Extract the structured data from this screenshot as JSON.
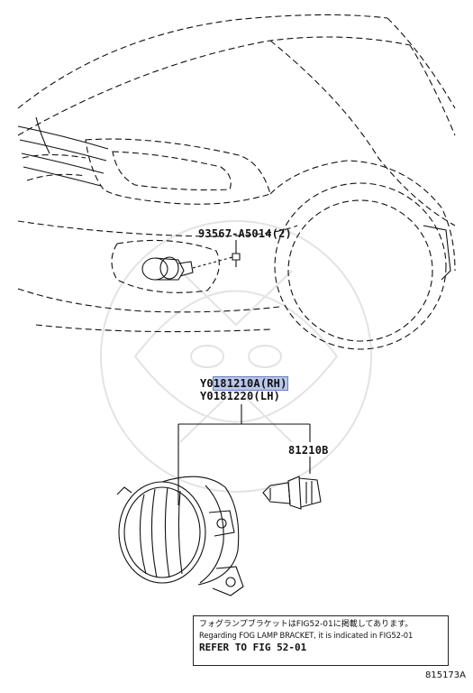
{
  "diagram": {
    "callouts": {
      "screw_part": "93567-A5014(2)",
      "assembly_rh_prefix": "Y0",
      "assembly_rh_highlight": "181210A(RH)",
      "assembly_lh": "Y0181220(LH)",
      "bulb_part": "81210B"
    },
    "note": {
      "japanese": "フォグランプブラケットはFIG52-01に掲載してあります。",
      "english": "Regarding FOG LAMP BRACKET, it is indicated in FIG52-01",
      "reference": "REFER TO FIG 52-01"
    },
    "figure_id": "815173A",
    "highlight_color": "#b9c6e8"
  }
}
